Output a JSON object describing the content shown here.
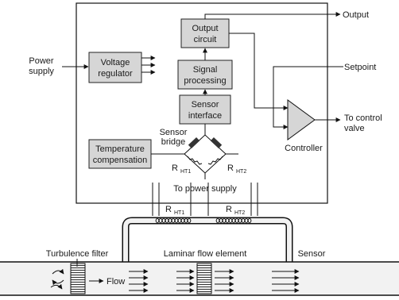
{
  "labels": {
    "output": "Output",
    "output_circuit_1": "Output",
    "output_circuit_2": "circuit",
    "power_supply_1": "Power",
    "power_supply_2": "supply",
    "voltage_regulator_1": "Voltage",
    "voltage_regulator_2": "regulator",
    "signal_processing_1": "Signal",
    "signal_processing_2": "processing",
    "setpoint": "Setpoint",
    "sensor_interface_1": "Sensor",
    "sensor_interface_2": "interface",
    "to_control_valve_1": "To control",
    "to_control_valve_2": "valve",
    "sensor_bridge_1": "Sensor",
    "sensor_bridge_2": "bridge",
    "controller": "Controller",
    "temperature_compensation_1": "Temperature",
    "temperature_compensation_2": "compensation",
    "rht1_r": "R",
    "rht1_sub": "HT1",
    "rht2_r": "R",
    "rht2_sub": "HT2",
    "to_power_supply": "To power supply",
    "coil_rht1_r": "R",
    "coil_rht1_sub": "HT1",
    "coil_rht2_r": "R",
    "coil_rht2_sub": "HT2",
    "turbulence_filter": "Turbulence filter",
    "laminar_flow_element": "Laminar flow element",
    "sensor": "Sensor",
    "flow": "Flow"
  },
  "colors": {
    "block_fill": "#d6d6d6",
    "pipe_fill": "#f2f2f2",
    "line": "#111111"
  }
}
